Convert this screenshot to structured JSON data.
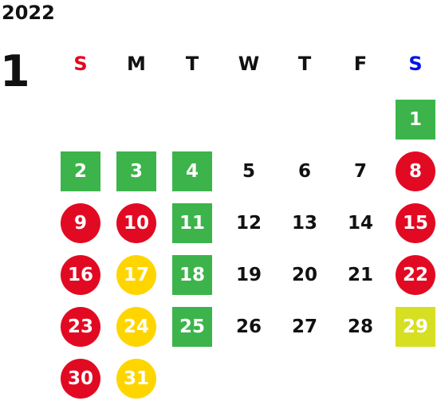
{
  "calendar": {
    "year": "2022",
    "month": "1",
    "weekdays": [
      "S",
      "M",
      "T",
      "W",
      "T",
      "F",
      "S"
    ],
    "weekday_colors": [
      "#e8001e",
      "#111111",
      "#111111",
      "#111111",
      "#111111",
      "#111111",
      "#0014e6"
    ],
    "colors": {
      "green": "#3cb44b",
      "red": "#e20a23",
      "yellow": "#ffd500",
      "lime": "#d6df22",
      "text": "#111111"
    },
    "days": [
      {
        "day": "1",
        "style": "square",
        "color": "green"
      },
      {
        "day": "2",
        "style": "square",
        "color": "green"
      },
      {
        "day": "3",
        "style": "square",
        "color": "green"
      },
      {
        "day": "4",
        "style": "square",
        "color": "green"
      },
      {
        "day": "5",
        "style": "plain",
        "color": "text"
      },
      {
        "day": "6",
        "style": "plain",
        "color": "text"
      },
      {
        "day": "7",
        "style": "plain",
        "color": "text"
      },
      {
        "day": "8",
        "style": "circle",
        "color": "red"
      },
      {
        "day": "9",
        "style": "circle",
        "color": "red"
      },
      {
        "day": "10",
        "style": "circle",
        "color": "red"
      },
      {
        "day": "11",
        "style": "square",
        "color": "green"
      },
      {
        "day": "12",
        "style": "plain",
        "color": "text"
      },
      {
        "day": "13",
        "style": "plain",
        "color": "text"
      },
      {
        "day": "14",
        "style": "plain",
        "color": "text"
      },
      {
        "day": "15",
        "style": "circle",
        "color": "red"
      },
      {
        "day": "16",
        "style": "circle",
        "color": "red"
      },
      {
        "day": "17",
        "style": "circle",
        "color": "yellow"
      },
      {
        "day": "18",
        "style": "square",
        "color": "green"
      },
      {
        "day": "19",
        "style": "plain",
        "color": "text"
      },
      {
        "day": "20",
        "style": "plain",
        "color": "text"
      },
      {
        "day": "21",
        "style": "plain",
        "color": "text"
      },
      {
        "day": "22",
        "style": "circle",
        "color": "red"
      },
      {
        "day": "23",
        "style": "circle",
        "color": "red"
      },
      {
        "day": "24",
        "style": "circle",
        "color": "yellow"
      },
      {
        "day": "25",
        "style": "square",
        "color": "green"
      },
      {
        "day": "26",
        "style": "plain",
        "color": "text"
      },
      {
        "day": "27",
        "style": "plain",
        "color": "text"
      },
      {
        "day": "28",
        "style": "plain",
        "color": "text"
      },
      {
        "day": "29",
        "style": "square",
        "color": "lime"
      },
      {
        "day": "30",
        "style": "circle",
        "color": "red"
      },
      {
        "day": "31",
        "style": "circle",
        "color": "yellow"
      }
    ]
  }
}
